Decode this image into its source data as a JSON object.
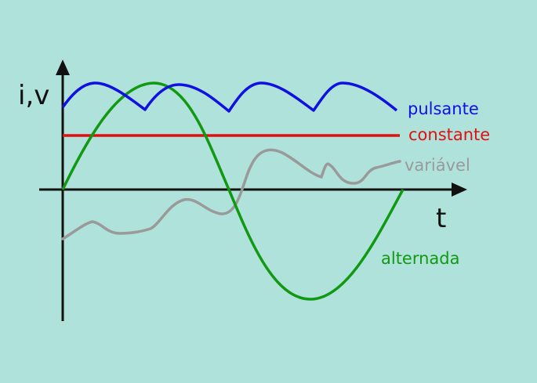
{
  "background": "#b0e2dc",
  "axes": {
    "y_label": "i,v",
    "x_label": "t",
    "color": "#111111"
  },
  "curves": {
    "pulsante": {
      "label": "pulsante",
      "color": "#1010e0"
    },
    "constante": {
      "label": "constante",
      "color": "#e01010"
    },
    "variavel": {
      "label": "variável",
      "color": "#9a9a9a"
    },
    "alternada": {
      "label": "alternada",
      "color": "#119911"
    }
  }
}
